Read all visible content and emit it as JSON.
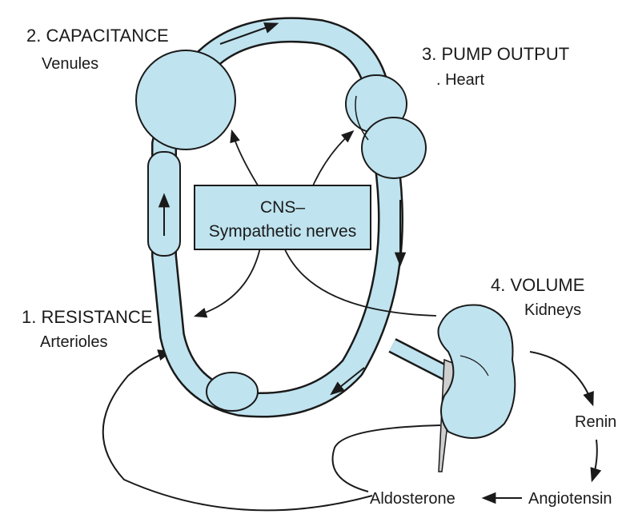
{
  "labels": {
    "capacitance": "2. CAPACITANCE",
    "capacitance_sub": "Venules",
    "pump": "3. PUMP OUTPUT",
    "pump_sub": ". Heart",
    "resistance": "1. RESISTANCE",
    "resistance_sub": "Arterioles",
    "volume": "4. VOLUME",
    "volume_sub": "Kidneys",
    "cns_line1": "CNS–",
    "cns_line2": "Sympathetic nerves",
    "renin": "Renin",
    "angiotensin": "Angiotensin",
    "aldosterone": "Aldosterone"
  },
  "colors": {
    "vessel_fill": "#bfe3ef",
    "outline": "#1a1a1a",
    "ureter": "#cfcfcf"
  }
}
